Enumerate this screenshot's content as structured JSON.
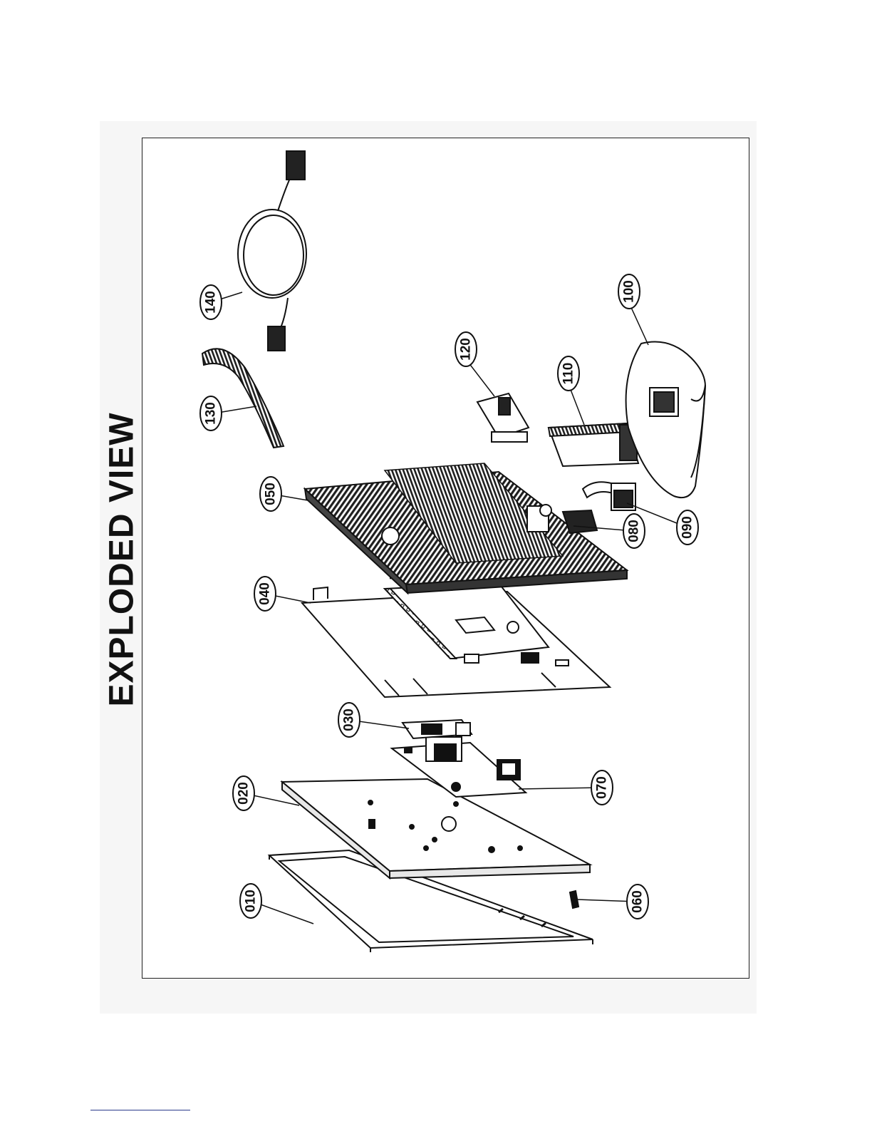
{
  "page": {
    "title": "EXPLODED VIEW"
  },
  "parts": [
    {
      "id": "part-010",
      "label": "010"
    },
    {
      "id": "part-020",
      "label": "020"
    },
    {
      "id": "part-030",
      "label": "030"
    },
    {
      "id": "part-040",
      "label": "040"
    },
    {
      "id": "part-050",
      "label": "050"
    },
    {
      "id": "part-060",
      "label": "060"
    },
    {
      "id": "part-070",
      "label": "070"
    },
    {
      "id": "part-080",
      "label": "080"
    },
    {
      "id": "part-090",
      "label": "090"
    },
    {
      "id": "part-100",
      "label": "100"
    },
    {
      "id": "part-110",
      "label": "110"
    },
    {
      "id": "part-120",
      "label": "120"
    },
    {
      "id": "part-130",
      "label": "130"
    },
    {
      "id": "part-140",
      "label": "140"
    }
  ],
  "colors": {
    "line": "#111111",
    "fill_dark": "#2b2b2b",
    "fill_light": "#ffffff",
    "footer_rule": "#2a3a8a"
  }
}
